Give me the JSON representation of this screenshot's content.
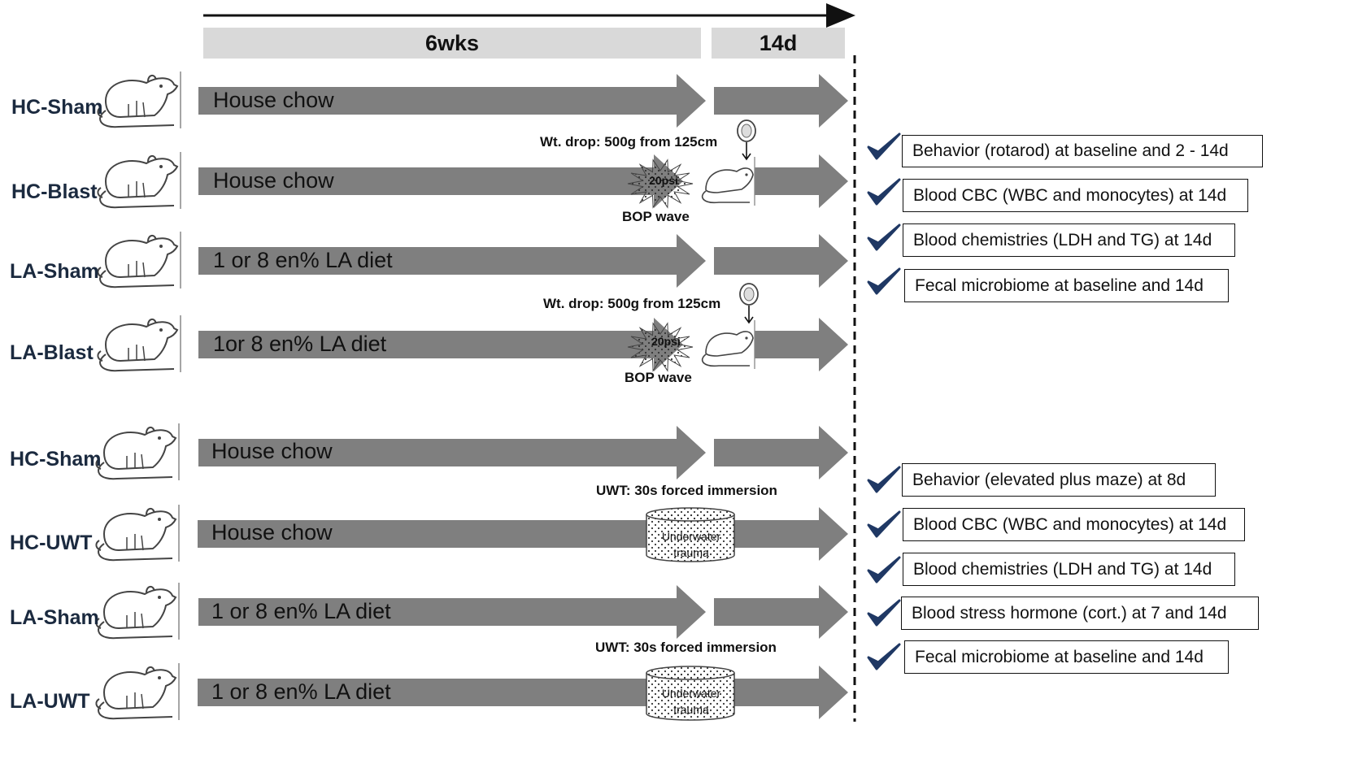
{
  "timeline": {
    "phase1": "6wks",
    "phase2": "14d"
  },
  "groups": [
    {
      "label": "HC-Sham",
      "diet": "House chow",
      "event": "none"
    },
    {
      "label": "HC-Blast",
      "diet": "House chow",
      "event": "blast"
    },
    {
      "label": "LA-Sham",
      "diet": "1 or 8 en% LA diet",
      "event": "none"
    },
    {
      "label": "LA-Blast",
      "diet": "1or 8 en% LA diet",
      "event": "blast"
    },
    {
      "label": "HC-Sham",
      "diet": "House chow",
      "event": "none"
    },
    {
      "label": "HC-UWT",
      "diet": "House chow",
      "event": "uwt"
    },
    {
      "label": "LA-Sham",
      "diet": "1 or 8 en% LA diet",
      "event": "none"
    },
    {
      "label": "LA-UWT",
      "diet": "1 or 8 en% LA diet",
      "event": "uwt"
    }
  ],
  "blast": {
    "weight_drop": "Wt. drop: 500g from 125cm",
    "pressure": "20psi",
    "wave": "BOP wave"
  },
  "uwt": {
    "immersion": "UWT: 30s forced immersion",
    "cylinder_line1": "Underwater",
    "cylinder_line2": "trauma"
  },
  "outcomes_blast": [
    "Behavior (rotarod) at baseline and 2 - 14d",
    "Blood CBC (WBC and monocytes) at 14d",
    "Blood chemistries (LDH and TG) at 14d",
    "Fecal microbiome at baseline and 14d"
  ],
  "outcomes_uwt": [
    "Behavior (elevated plus maze) at 8d",
    "Blood CBC (WBC and monocytes) at 14d",
    "Blood chemistries (LDH and TG) at 14d",
    "Blood stress hormone (cort.) at 7 and 14d",
    "Fecal microbiome at baseline and 14d"
  ],
  "colors": {
    "arrow": "#7f7f7f",
    "header": "#d9d9d9",
    "check": "#1f3864",
    "text": "#1b2a3f"
  }
}
